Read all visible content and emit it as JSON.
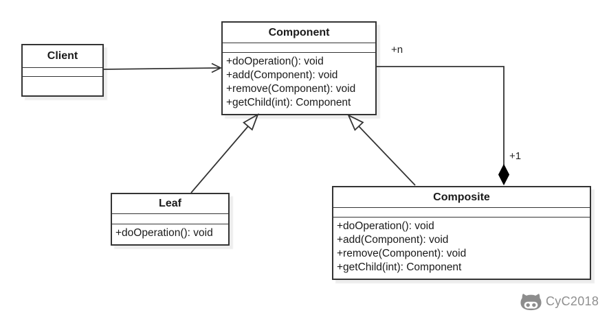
{
  "diagram_type": "uml-class-diagram",
  "classes": [
    {
      "id": "client",
      "name": "Client",
      "attributes": [],
      "methods": []
    },
    {
      "id": "component",
      "name": "Component",
      "attributes": [],
      "methods": [
        "+doOperation(): void",
        "+add(Component): void",
        "+remove(Component): void",
        "+getChild(int): Component"
      ]
    },
    {
      "id": "leaf",
      "name": "Leaf",
      "attributes": [],
      "methods": [
        "+doOperation(): void"
      ]
    },
    {
      "id": "composite",
      "name": "Composite",
      "attributes": [],
      "methods": [
        "+doOperation(): void",
        "+add(Component): void",
        "+remove(Component): void",
        "+getChild(int): Component"
      ]
    }
  ],
  "relationships": [
    {
      "type": "association",
      "from": "client",
      "to": "component",
      "arrow": "open"
    },
    {
      "type": "generalization",
      "from": "leaf",
      "to": "component",
      "arrow": "hollow-triangle"
    },
    {
      "type": "generalization",
      "from": "composite",
      "to": "component",
      "arrow": "hollow-triangle"
    },
    {
      "type": "composition",
      "from": "component",
      "to": "composite",
      "arrow": "filled-diamond"
    }
  ],
  "labels": {
    "multiplicity_n": "+n",
    "multiplicity_1": "+1"
  },
  "watermark": {
    "text": "CyC2018",
    "icon": "cat-logo-icon",
    "color": "#8d8d8d"
  },
  "colors": {
    "stroke": "#333333",
    "text": "#1a1a1a",
    "background": "#ffffff",
    "watermark": "#8d8d8d"
  }
}
